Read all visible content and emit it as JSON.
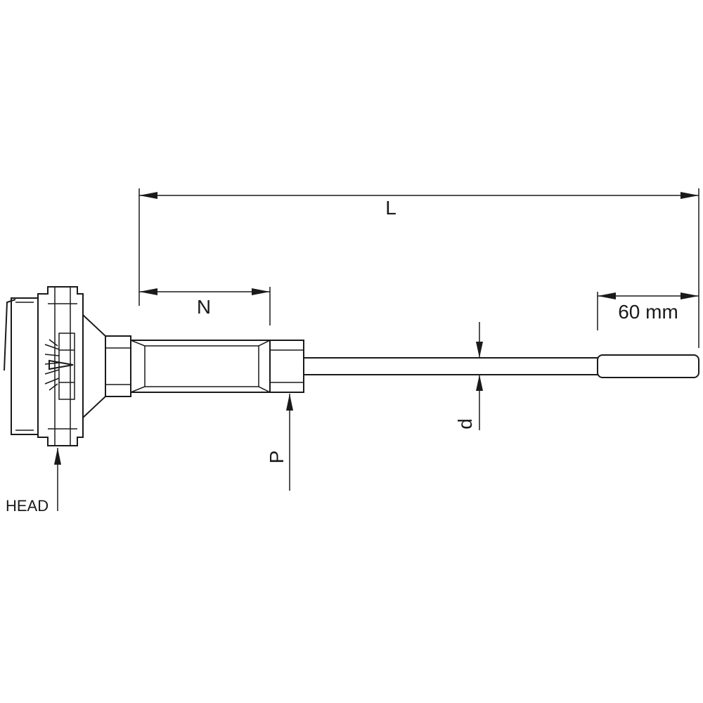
{
  "labels": {
    "L": "L",
    "N": "N",
    "sixty": "60 mm",
    "d": "d",
    "P": "P",
    "head": "HEAD"
  }
}
